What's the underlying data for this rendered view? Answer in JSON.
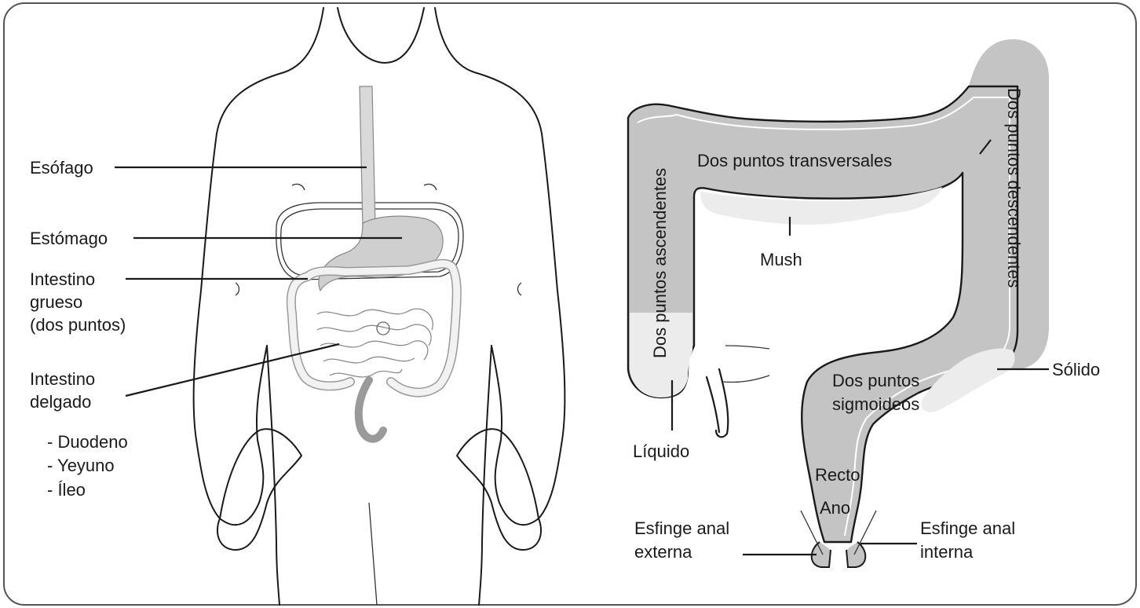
{
  "labels": {
    "esofago": "Esófago",
    "estomago": "Estómago",
    "intestino_grueso": [
      "Intestino",
      "grueso",
      "(dos puntos)"
    ],
    "intestino_delgado": [
      "Intestino",
      "delgado"
    ],
    "partes": [
      "- Duodeno",
      "- Yeyuno",
      "- Íleo"
    ],
    "transversales": "Dos puntos transversales",
    "ascendentes": "Dos puntos ascendentes",
    "descendentes": "Dos puntos descendentes",
    "mush": "Mush",
    "liquido": "Líquido",
    "solido": "Sólido",
    "sigmoideos": [
      "Dos puntos",
      "sigmoideos"
    ],
    "recto": "Recto",
    "ano": "Ano",
    "esfinge_externa": [
      "Esfinge anal",
      "externa"
    ],
    "esfinge_interna": [
      "Esfinge anal",
      "interna"
    ]
  },
  "colors": {
    "colon_fill": "#c4c4c4",
    "stool_soft": "#ececec",
    "stomach": "#cfcfcf",
    "outline": "#1a1a1a"
  }
}
